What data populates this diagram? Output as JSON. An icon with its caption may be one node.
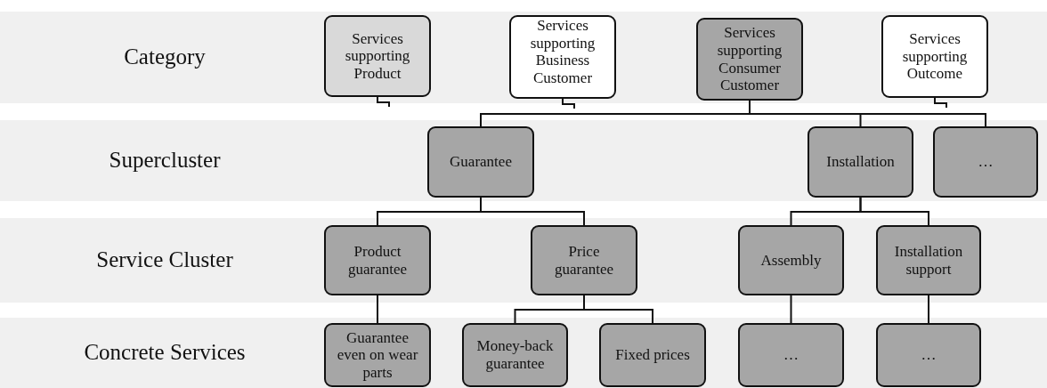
{
  "diagram": {
    "nodes": [
      {
        "text": [
          "Category"
        ]
      },
      {
        "text": [
          "Services supporting Product"
        ],
        "in": 0
      },
      {
        "text": [
          "Services supporting Business Customer"
        ],
        "in": 0
      },
      {
        "text": [
          "Services supporting Consumer Customer"
        ],
        "in": 0
      },
      {
        "text": [
          "Services supporting Outcome"
        ],
        "in": 0
      },
      {
        "text": [
          "Supercluster"
        ]
      },
      {
        "text": [
          "Guarantee"
        ],
        "in": 5
      },
      {
        "text": [
          "Installation"
        ],
        "in": 5
      },
      {
        "text": [
          "…"
        ],
        "in": 5
      },
      {
        "text": [
          "Service Cluster"
        ]
      },
      {
        "text": [
          "Product guarantee"
        ],
        "in": 9
      },
      {
        "text": [
          "Price guarantee"
        ],
        "in": 9
      },
      {
        "text": [
          "Assembly"
        ],
        "in": 9
      },
      {
        "text": [
          "Installation support"
        ],
        "in": 9
      },
      {
        "text": [
          "Concrete Services"
        ]
      },
      {
        "text": [
          "Guarantee even on wear parts"
        ],
        "in": 14
      },
      {
        "text": [
          "Money-back guarantee"
        ],
        "in": 14
      },
      {
        "text": [
          "Fixed prices"
        ],
        "in": 14
      },
      {
        "text": [
          "…"
        ],
        "in": 14
      },
      {
        "text": [
          "…"
        ],
        "in": 14
      }
    ],
    "edges": [
      {
        "from": 1,
        "to": null,
        "arrow": "none"
      },
      {
        "from": 2,
        "to": null,
        "arrow": "none"
      },
      {
        "from": 4,
        "to": null,
        "arrow": "none"
      },
      {
        "from": 3,
        "to": 6,
        "arrow": "none"
      },
      {
        "from": 3,
        "to": 7,
        "arrow": "none"
      },
      {
        "from": 3,
        "to": 8,
        "arrow": "none"
      },
      {
        "from": 6,
        "to": 10,
        "arrow": "none"
      },
      {
        "from": 6,
        "to": 11,
        "arrow": "none"
      },
      {
        "from": 7,
        "to": 12,
        "arrow": "none"
      },
      {
        "from": 7,
        "to": 13,
        "arrow": "none"
      },
      {
        "from": 10,
        "to": 15,
        "arrow": "none"
      },
      {
        "from": 11,
        "to": 16,
        "arrow": "none"
      },
      {
        "from": 11,
        "to": 17,
        "arrow": "none"
      },
      {
        "from": 12,
        "to": 18,
        "arrow": "none"
      },
      {
        "from": 13,
        "to": 19,
        "arrow": "none"
      }
    ]
  }
}
